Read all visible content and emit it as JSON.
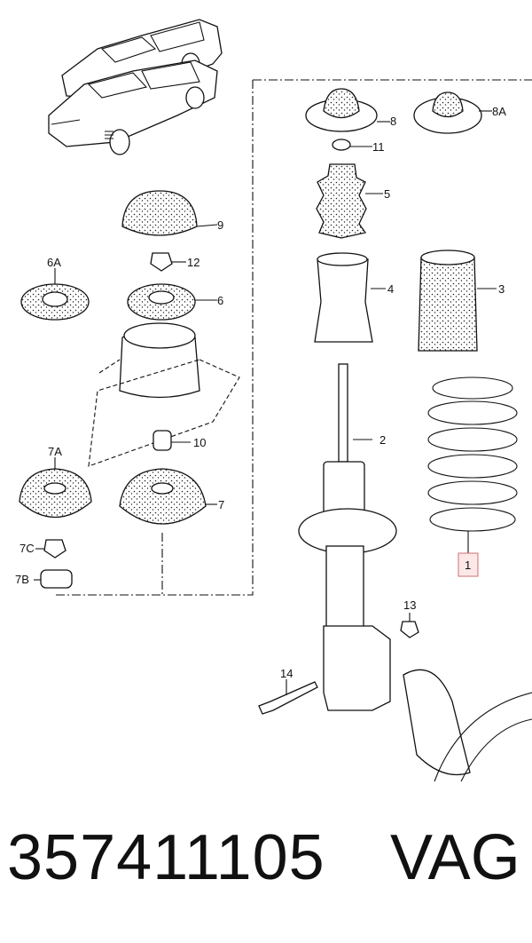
{
  "diagram": {
    "callouts": {
      "c1": "1",
      "c2": "2",
      "c3": "3",
      "c4": "4",
      "c5": "5",
      "c6": "6",
      "c6a": "6A",
      "c7": "7",
      "c7a": "7A",
      "c7b": "7B",
      "c7c": "7C",
      "c8": "8",
      "c8a": "8A",
      "c9": "9",
      "c10": "10",
      "c11": "11",
      "c12": "12",
      "c13": "13",
      "c14": "14"
    },
    "highlight_color": "#d07070"
  },
  "footer": {
    "part_number": "357411105",
    "brand": "VAG"
  }
}
